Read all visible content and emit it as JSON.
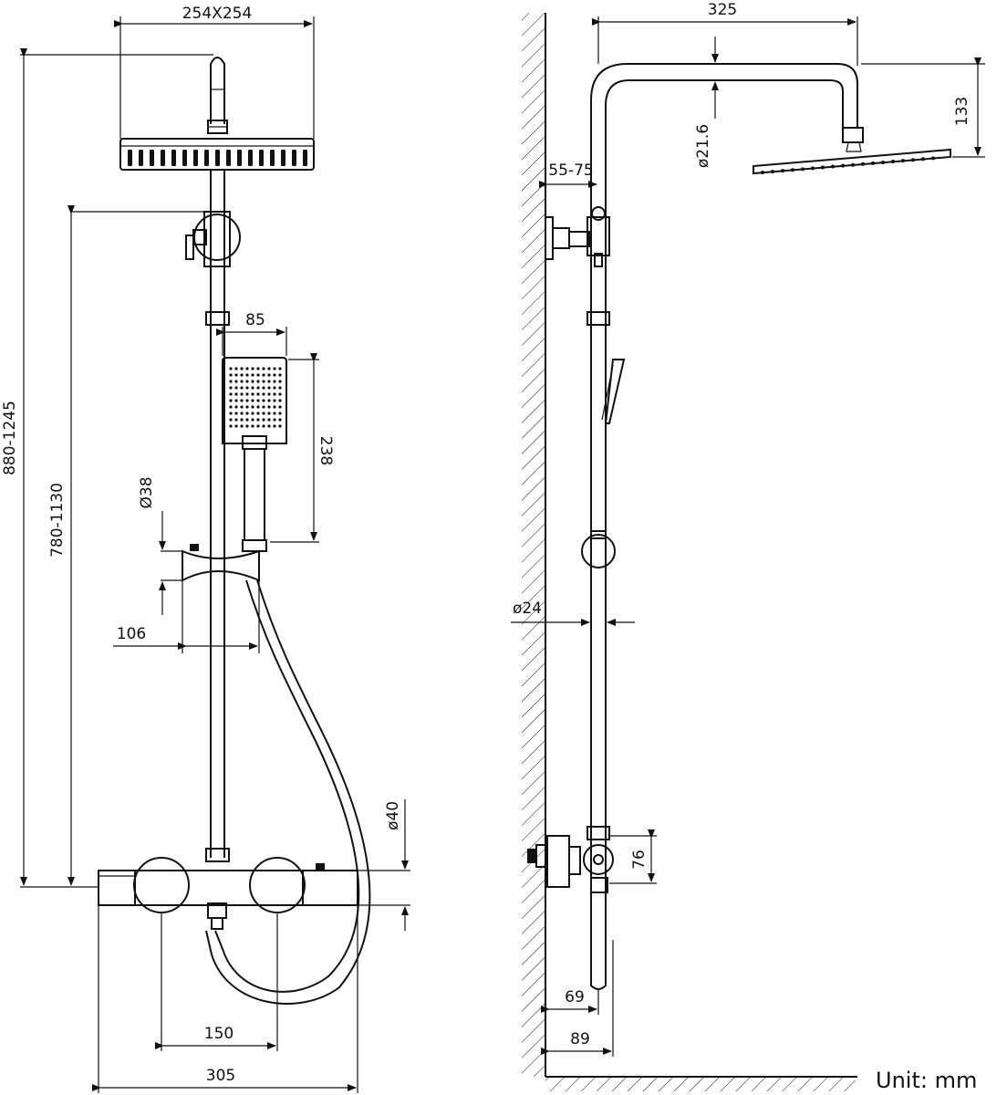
{
  "front": {
    "head_size": "254X254",
    "total_height": "880-1245",
    "valve_height": "780-1130",
    "hand_width": "85",
    "hand_length": "238",
    "holder_dia": "Ø38",
    "holder_offset": "106",
    "valve_dia": "ø40",
    "valve_centers": "150",
    "valve_width": "305"
  },
  "side": {
    "arm_reach": "325",
    "head_drop": "133",
    "arm_dia": "ø21.6",
    "wall_bracket": "55-75",
    "rail_dia": "ø24",
    "valve_height": "76",
    "outlet_offset": "69",
    "valve_depth": "89"
  },
  "unit_label": "Unit: mm",
  "colors": {
    "line": "#111111",
    "background": "#ffffff"
  }
}
